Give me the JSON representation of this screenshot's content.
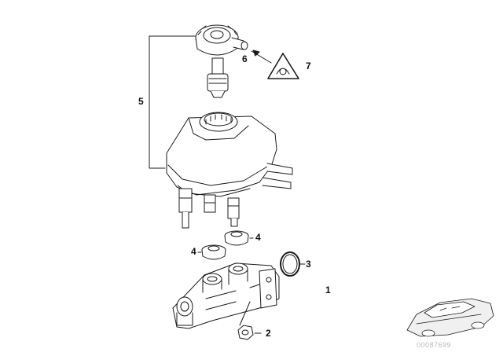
{
  "diagram": {
    "callouts": {
      "c1": "1",
      "c2": "2",
      "c3": "3",
      "c4a": "4",
      "c4b": "4",
      "c5": "5",
      "c6": "6",
      "c7": "7"
    },
    "reference_number": "00087699",
    "colors": {
      "line": "#1a1a1a",
      "shade": "#cfcfcf",
      "paper": "#ffffff",
      "ref_text": "#b8b8b8"
    }
  }
}
